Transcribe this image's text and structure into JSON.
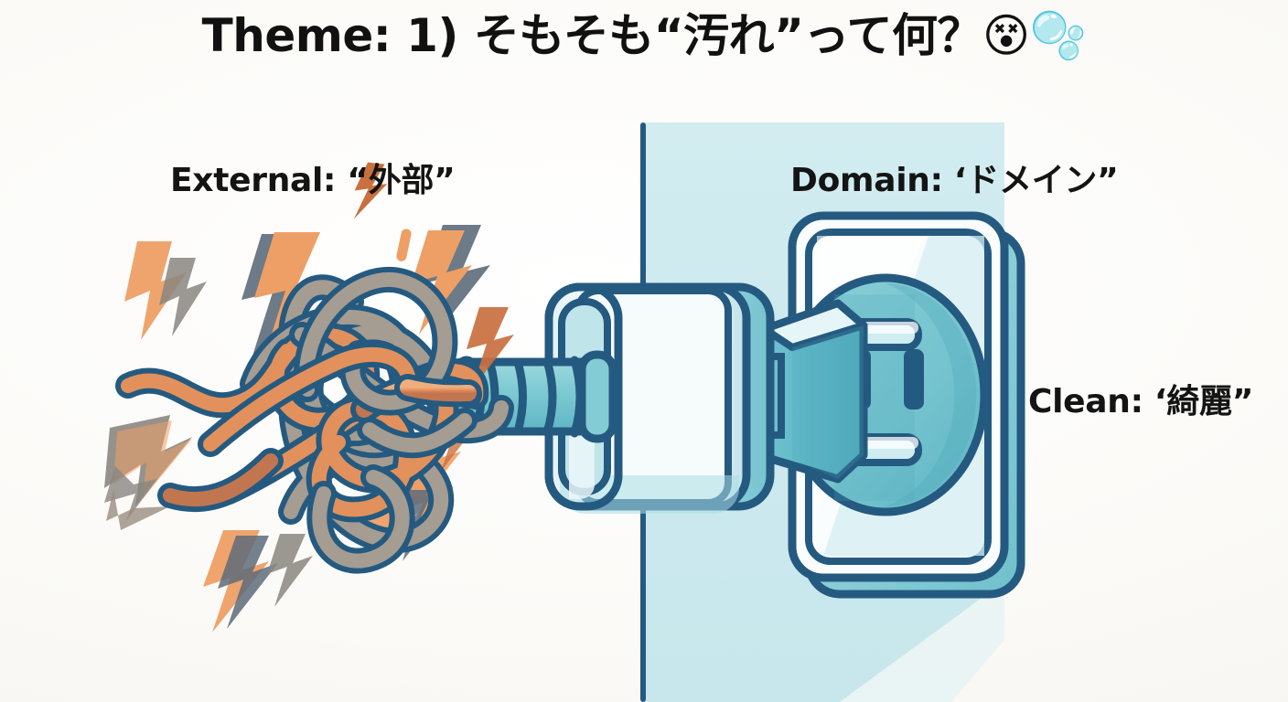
{
  "slide": {
    "title": "Theme: 1) そもそも“汚れ”って何？😵🫧",
    "background_color": "#FBFBF8"
  },
  "labels": {
    "external": "External: “外部”",
    "domain": "Domain: ‘ドメイン”",
    "clean": "Clean: ‘綺麗”"
  },
  "illustration": {
    "description": "tangled-power-cable-plugged-into-wall-outlet",
    "parts": [
      "tangled-cables",
      "spark-bolts",
      "cable-strain-relief",
      "power-adapter",
      "wall-panel",
      "wall-plug",
      "wall-outlet-faceplate",
      "outlet-socket"
    ],
    "palette": {
      "outline_blue": "#2A5A82",
      "cable_orange": "#E2915C",
      "cable_gray": "#A59C92",
      "spark_orange": "#EE9F66",
      "spark_dark_orange": "#C9703F",
      "spark_gray": "#8A8680",
      "spark_slate": "#5D6B7A",
      "adapter_body": "#EAF6F8",
      "adapter_shade": "#9FD5DD",
      "wall_panel": "#CFEAEF",
      "teal_mid": "#7FC9D3",
      "teal_deep": "#56B0C2",
      "socket_teal": "#74C3CE"
    }
  }
}
